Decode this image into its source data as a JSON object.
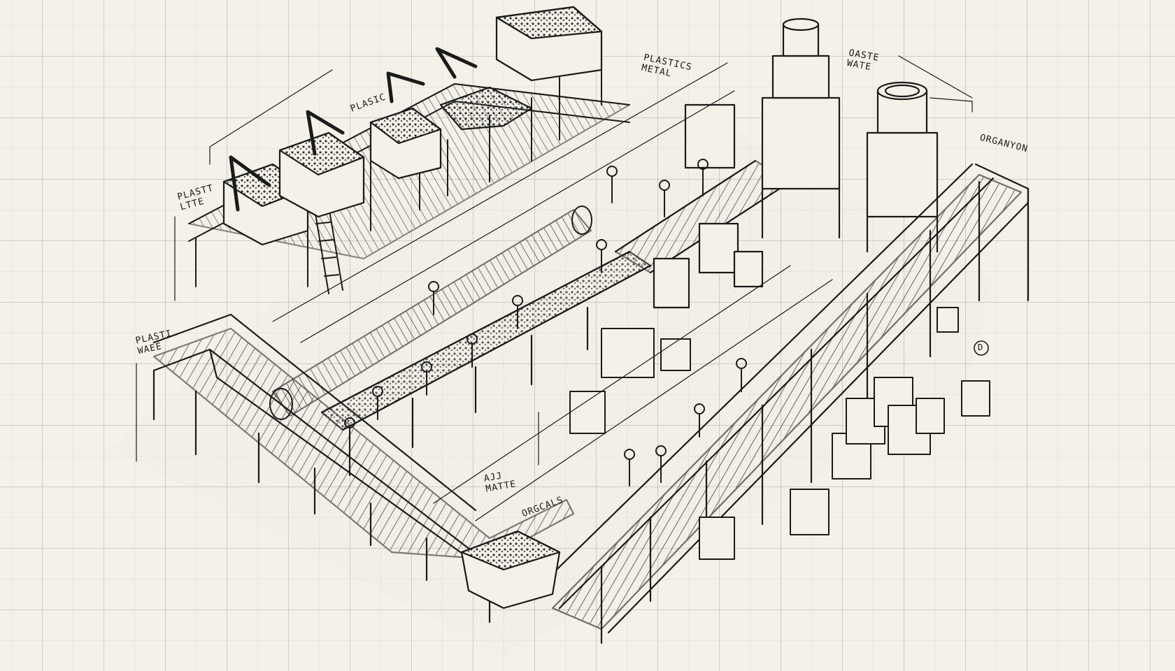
{
  "diagram": {
    "title": "",
    "style": "isometric pen-and-ink technical sketch of a recycling / waste sorting facility on grid paper",
    "colors": {
      "paper": "#f3f1e8",
      "grid": "#c9c5b6",
      "ink": "#1a1a1a"
    },
    "labels": [
      {
        "id": "plastic-top",
        "text": "PLASIC"
      },
      {
        "id": "plastics-metal",
        "text": "PLASTICS\nMETAL"
      },
      {
        "id": "oaste-wate",
        "text": "OASTE\nWATE"
      },
      {
        "id": "organyon",
        "text": "ORGANYON"
      },
      {
        "id": "plastt-ltte",
        "text": "PLASTT\nLTTE"
      },
      {
        "id": "plasti-waee",
        "text": "PLASTI\nWAEE"
      },
      {
        "id": "ass-matte",
        "text": "AJJ\nMATTE"
      },
      {
        "id": "orgcals",
        "text": "ORGCALS"
      },
      {
        "id": "marker-d",
        "text": "D"
      }
    ],
    "components": [
      {
        "id": "robotic-arms",
        "count": 4
      },
      {
        "id": "hoppers-top",
        "count": 5
      },
      {
        "id": "long-conveyor-L",
        "count": 1
      },
      {
        "id": "sorting-conveyor",
        "count": 1
      },
      {
        "id": "cylindrical-drum",
        "count": 1
      },
      {
        "id": "inclined-conveyor",
        "count": 1
      },
      {
        "id": "processing-towers",
        "count": 2
      },
      {
        "id": "workers",
        "count": 14
      },
      {
        "id": "collection-bins",
        "count": 12
      }
    ]
  }
}
